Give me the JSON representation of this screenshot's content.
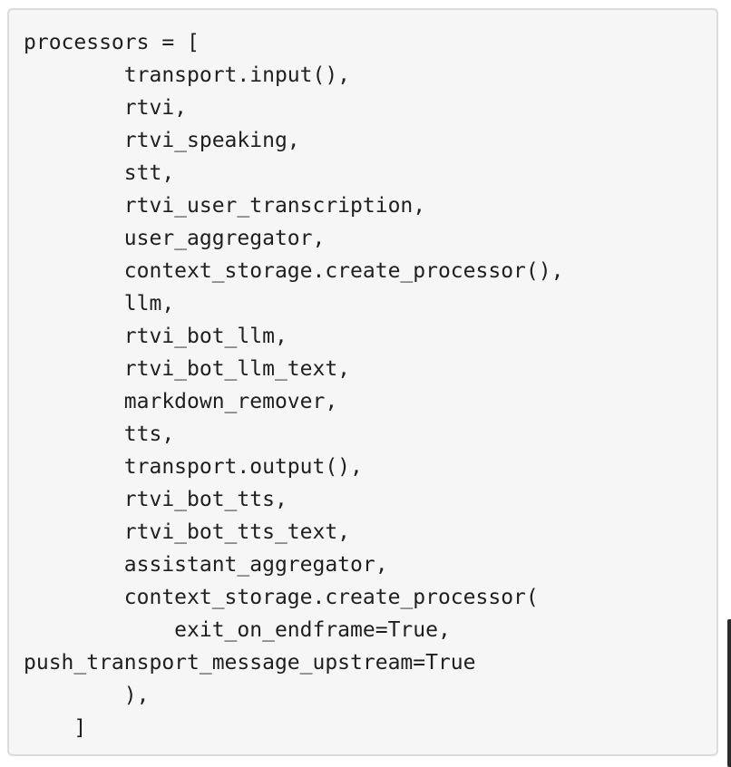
{
  "code_block": {
    "lines": [
      "processors = [",
      "        transport.input(),",
      "        rtvi,",
      "        rtvi_speaking,",
      "        stt,",
      "        rtvi_user_transcription,",
      "        user_aggregator,",
      "        context_storage.create_processor(),",
      "        llm,",
      "        rtvi_bot_llm,",
      "        rtvi_bot_llm_text,",
      "        markdown_remover,",
      "        tts,",
      "        transport.output(),",
      "        rtvi_bot_tts,",
      "        rtvi_bot_tts_text,",
      "        assistant_aggregator,",
      "        context_storage.create_processor(",
      "            exit_on_endframe=True,",
      "push_transport_message_upstream=True",
      "        ),",
      "    ]"
    ]
  }
}
